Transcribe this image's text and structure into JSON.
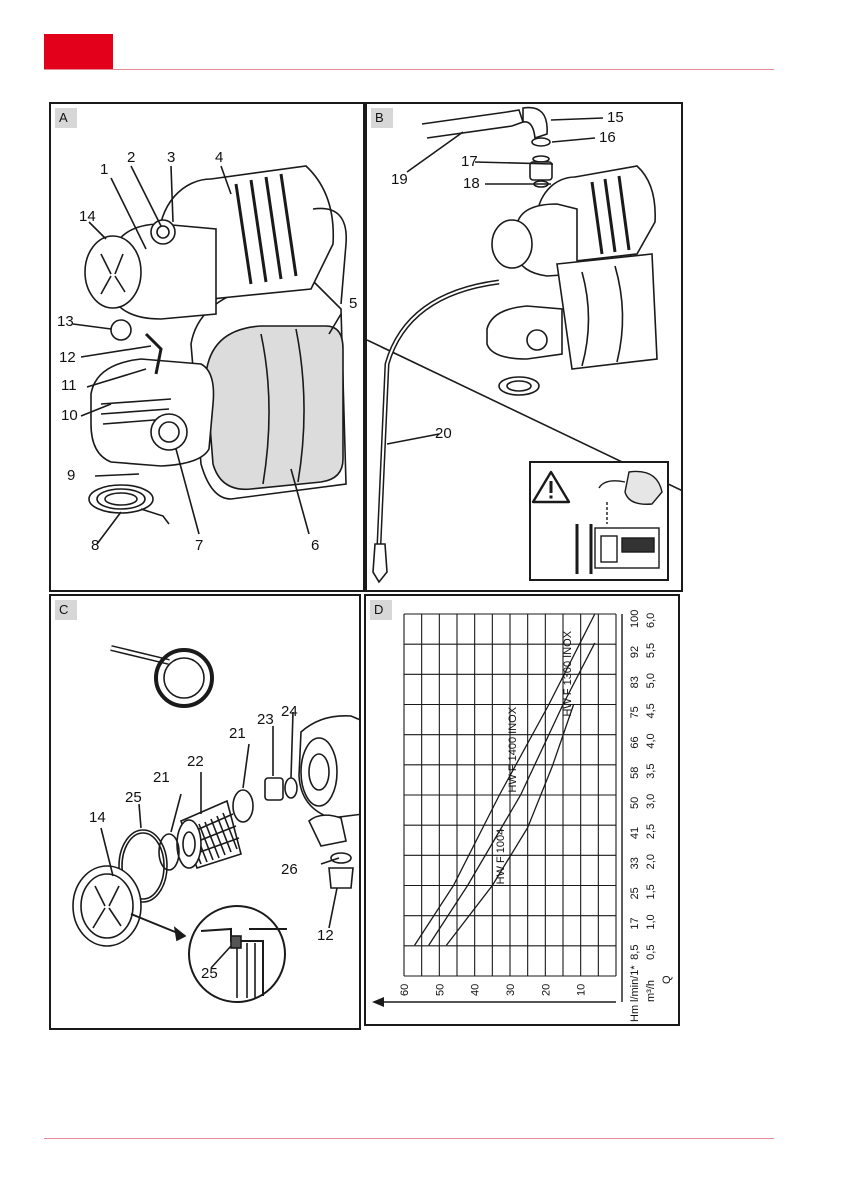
{
  "colors": {
    "accent": "#e3001b",
    "rule": "#e58a96",
    "line": "#1a1a1a",
    "tank": "#dcdcdc"
  },
  "panels": {
    "a": {
      "label": "A",
      "callouts": [
        "1",
        "2",
        "3",
        "4",
        "5",
        "6",
        "7",
        "8",
        "9",
        "10",
        "11",
        "12",
        "13",
        "14"
      ]
    },
    "b": {
      "label": "B",
      "callouts": [
        "15",
        "16",
        "17",
        "18",
        "19",
        "20"
      ],
      "warning_icon": "warning-triangle-icon"
    },
    "c": {
      "label": "C",
      "callouts": [
        "14",
        "25",
        "21",
        "22",
        "21",
        "23",
        "24",
        "26",
        "12",
        "25"
      ]
    },
    "d": {
      "label": "D"
    }
  },
  "chart_data": {
    "type": "line",
    "title": "",
    "xlabel": "Hm",
    "ylabel": "Q",
    "flow_units": [
      "l/min/1*",
      "m³/h"
    ],
    "head_ticks": [
      "60",
      "50",
      "40",
      "30",
      "20",
      "10"
    ],
    "flow_ticks_lmin": [
      "8,5",
      "17",
      "25",
      "33",
      "41",
      "50",
      "58",
      "66",
      "75",
      "83",
      "92",
      "100"
    ],
    "flow_ticks_m3h": [
      "0,5",
      "1,0",
      "1,5",
      "2,0",
      "2,5",
      "3,0",
      "3,5",
      "4,0",
      "4,5",
      "5,0",
      "5,5",
      "6,0"
    ],
    "series": [
      {
        "name": "HW F 1400 INOX",
        "x_flow_lmin": [
          8.5,
          25,
          50,
          75,
          100
        ],
        "y_head_m": [
          57,
          46,
          33,
          19,
          6
        ]
      },
      {
        "name": "HW F 1300 INOX",
        "x_flow_lmin": [
          8.5,
          25,
          50,
          75,
          92
        ],
        "y_head_m": [
          53,
          42,
          27,
          15,
          6
        ]
      },
      {
        "name": "HW F 1004",
        "x_flow_lmin": [
          8.5,
          25,
          41,
          58,
          75
        ],
        "y_head_m": [
          48,
          35,
          25,
          18,
          12
        ]
      }
    ],
    "xlim": [
      0,
      60
    ],
    "ylim": [
      0,
      100
    ]
  }
}
